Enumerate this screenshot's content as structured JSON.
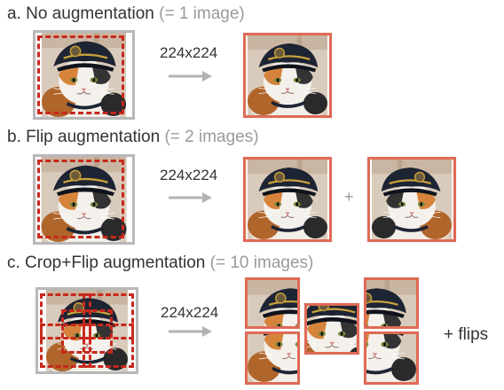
{
  "section_a": {
    "title": "a. No augmentation",
    "note": "(= 1 image)",
    "size": "224x224"
  },
  "section_b": {
    "title": "b. Flip augmentation",
    "note": "(= 2 images)",
    "size": "224x224",
    "separator": "+"
  },
  "section_c": {
    "title": "c. Crop+Flip augmentation",
    "note": "(= 10 images)",
    "size": "224x224",
    "extra": "+ flips"
  },
  "colors": {
    "crop_border": "#e06a55",
    "dashed_crop": "#c8281c",
    "arrow": "#b3b3b3",
    "note_text": "#9a9a9a"
  }
}
